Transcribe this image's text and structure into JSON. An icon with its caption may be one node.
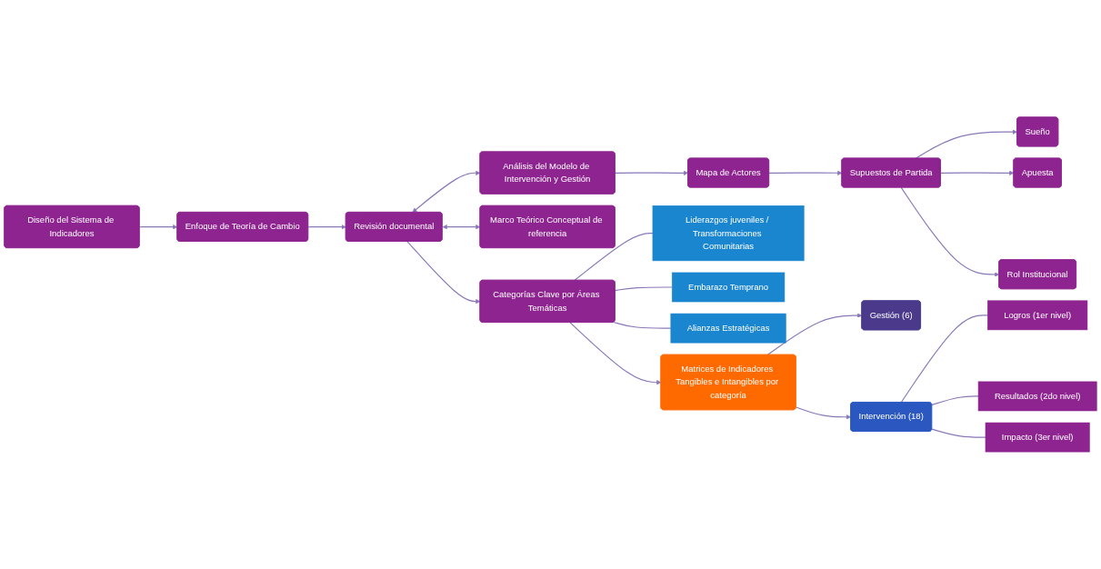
{
  "diagram": {
    "nodes": [
      {
        "text": [
          "Diseño del Sistema de Indicadores"
        ]
      },
      {
        "text": [
          "Análisis del Modelo de Intervención y Gestión"
        ]
      },
      {
        "text": [
          "Mapa de Actores"
        ]
      },
      {
        "text": [
          "Supuestos de Partida"
        ]
      },
      {
        "text": [
          "Sueño"
        ]
      },
      {
        "text": [
          "Apuesta"
        ]
      },
      {
        "text": [
          "Rol Institucional"
        ]
      },
      {
        "text": [
          "Enfoque de Teoría de Cambio"
        ]
      },
      {
        "text": [
          "Revisión documental"
        ]
      },
      {
        "text": [
          "Categorías Clave por Áreas Temáticas"
        ]
      },
      {
        "text": [
          "Liderazgos juveniles / Transformaciones Comunitarias"
        ]
      },
      {
        "text": [
          "Embarazo Temprano"
        ]
      },
      {
        "text": [
          "Alianzas Estratégicas"
        ]
      },
      {
        "text": [
          "Marco Teórico Conceptual de referencia"
        ]
      },
      {
        "text": [
          "Matrices de Indicadores Tangibles e Intangibles por categoría"
        ]
      },
      {
        "text": [
          "Gestión (6)"
        ]
      },
      {
        "text": [
          "Intervención (18)"
        ]
      },
      {
        "text": [
          "Logros (1er nivel)"
        ]
      },
      {
        "text": [
          "Resultados (2do nivel)"
        ]
      },
      {
        "text": [
          "Impacto (3er nivel)"
        ]
      }
    ],
    "edges": [
      {
        "from": 0,
        "to": 7,
        "arrow": "to"
      },
      {
        "from": 7,
        "to": 8,
        "arrow": "to"
      },
      {
        "from": 8,
        "to": 1,
        "arrow": "both"
      },
      {
        "from": 8,
        "to": 13,
        "arrow": "both"
      },
      {
        "from": 1,
        "to": 2,
        "arrow": "to"
      },
      {
        "from": 2,
        "to": 3,
        "arrow": "to"
      },
      {
        "from": 3,
        "to": 4,
        "arrow": "to"
      },
      {
        "from": 3,
        "to": 5,
        "arrow": "to"
      },
      {
        "from": 3,
        "to": 6,
        "arrow": "to"
      },
      {
        "from": 8,
        "to": 9,
        "arrow": "to"
      },
      {
        "from": 9,
        "to": 10,
        "arrow": "none"
      },
      {
        "from": 9,
        "to": 11,
        "arrow": "none"
      },
      {
        "from": 9,
        "to": 12,
        "arrow": "none"
      },
      {
        "from": 9,
        "to": 14,
        "arrow": "to"
      },
      {
        "from": 14,
        "to": 15,
        "arrow": "to"
      },
      {
        "from": 14,
        "to": 16,
        "arrow": "to"
      },
      {
        "from": 16,
        "to": 17,
        "arrow": "none"
      },
      {
        "from": 16,
        "to": 18,
        "arrow": "none"
      },
      {
        "from": 16,
        "to": 19,
        "arrow": "none"
      }
    ]
  }
}
